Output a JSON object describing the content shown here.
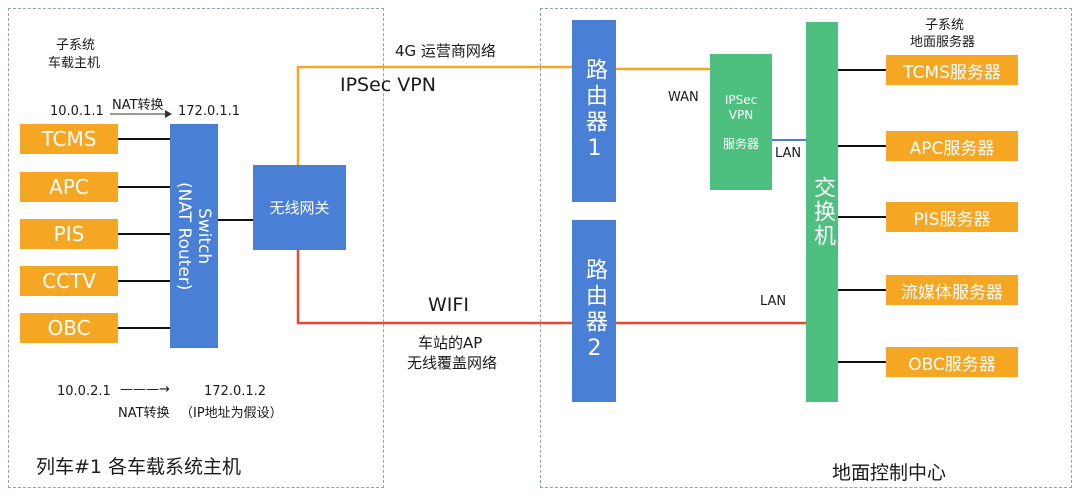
{
  "train_region": {
    "title": "列车#1 各车载系统主机",
    "subsystem_line1": "子系统",
    "subsystem_line2": "车载主机",
    "nat_top_left_ip": "10.0.1.1",
    "nat_top_label": "NAT转换",
    "nat_top_right_ip": "172.0.1.1",
    "nat_bottom_left_ip": "10.0.2.1",
    "nat_bottom_arrow": "———→",
    "nat_bottom_right_ip": "172.0.1.2",
    "nat_bottom_label": "NAT转换",
    "nat_bottom_note": "（IP地址为假设）",
    "devices": [
      "TCMS",
      "APC",
      "PIS",
      "CCTV",
      "OBC"
    ],
    "switch_line1": "Switch",
    "switch_line2": "(NAT Router)",
    "gateway": "无线网关"
  },
  "links": {
    "carrier": "4G 运营商网络",
    "vpn": "IPSec VPN",
    "wifi": "WIFI",
    "ap_line1": "车站的AP",
    "ap_line2": "无线覆盖网络",
    "wan": "WAN",
    "lan1": "LAN",
    "lan2": "LAN"
  },
  "ground_region": {
    "title": "地面控制中心",
    "subsystem_line1": "子系统",
    "subsystem_line2": "地面服务器",
    "router1": "路由器1",
    "router2": "路由器2",
    "vpn_server_line1": "IPSec",
    "vpn_server_line2": "VPN",
    "vpn_server_line3": "服务器",
    "core_switch": "交换机",
    "servers": [
      "TCMS服务器",
      "APC服务器",
      "PIS服务器",
      "流媒体服务器",
      "OBC服务器"
    ]
  },
  "colors": {
    "orange": "#f5a623",
    "blue": "#4a7fd6",
    "green": "#4dbf7f",
    "red_line": "#e8492c",
    "orange_line": "#f5a623"
  }
}
